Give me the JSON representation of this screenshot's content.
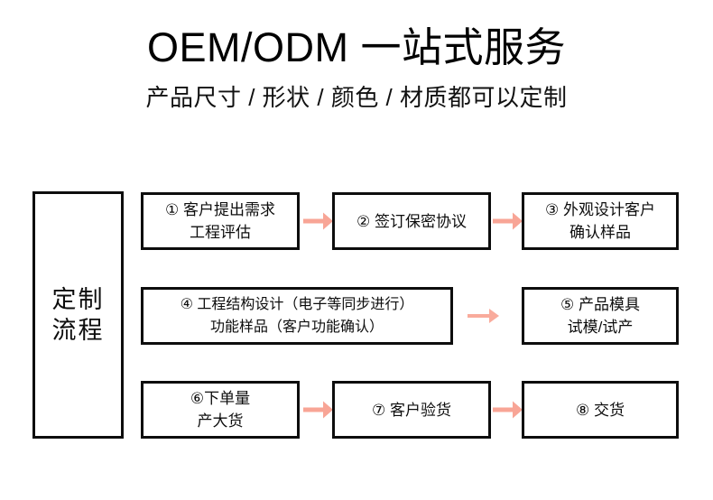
{
  "header": {
    "title": "OEM/ODM 一站式服务",
    "subtitle": "产品尺寸 / 形状 / 颜色 / 材质都可以定制"
  },
  "colors": {
    "background": "#ffffff",
    "text": "#000000",
    "box_border": "#0d0d0d",
    "arrow": "#f8a596",
    "arrow_light": "#f9ab9c"
  },
  "flow": {
    "label_box": {
      "line1": "定制",
      "line2": "流程"
    },
    "rows": [
      {
        "boxes": [
          {
            "line1": "① 客户提出需求",
            "line2": "工程评估"
          },
          {
            "line1": "② 签订保密协议",
            "line2": ""
          },
          {
            "line1": "③ 外观设计客户",
            "line2": "确认样品"
          }
        ],
        "arrows": [
          "arrow-right-icon",
          "arrow-right-icon"
        ]
      },
      {
        "boxes": [
          {
            "line1": "④ 工程结构设计（电子等同步进行）",
            "line2": "功能样品（客户功能确认）"
          },
          {
            "line1": "⑤ 产品模具",
            "line2": "试模/试产"
          }
        ],
        "arrows": [
          "arrow-right-icon"
        ]
      },
      {
        "boxes": [
          {
            "line1": "⑥下单量",
            "line2": "产大货"
          },
          {
            "line1": "⑦ 客户验货",
            "line2": ""
          },
          {
            "line1": "⑧ 交货",
            "line2": ""
          }
        ],
        "arrows": [
          "arrow-right-icon",
          "arrow-right-icon"
        ]
      }
    ]
  }
}
